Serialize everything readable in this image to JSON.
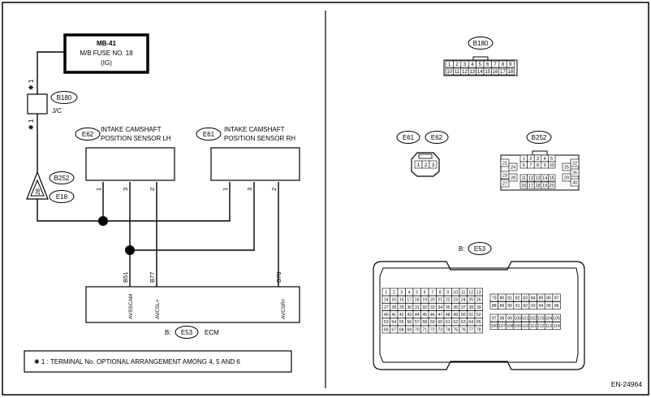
{
  "fuse": {
    "line1": "MB-41",
    "line2": "M/B FUSE NO. 18",
    "line3": "(IG)"
  },
  "left": {
    "star_mark": "✱ 1",
    "jc": {
      "connector": "B180",
      "label": "J/C"
    },
    "ground_terminal": "28",
    "ground_connectors": [
      "B252",
      "E18"
    ],
    "sensor_lh": {
      "connector": "E62",
      "name1": "INTAKE CAMSHAFT",
      "name2": "POSITION SENSOR LH",
      "pins": [
        "1",
        "3",
        "2"
      ]
    },
    "sensor_rh": {
      "connector": "E61",
      "name1": "INTAKE CAMSHAFT",
      "name2": "POSITION SENSOR RH",
      "pins": [
        "1",
        "3",
        "2"
      ]
    },
    "ecm": {
      "prefix": "B:",
      "connector": "E53",
      "label": "ECM",
      "terminals": [
        "B51",
        "B77",
        "B78"
      ],
      "signals": [
        "AVSSCAM",
        "AVCSL+",
        "AVCSR+"
      ]
    },
    "note": "✱ 1  : TERMINAL No. OPTIONAL ARRANGEMENT AMONG 4, 5 AND 6"
  },
  "right": {
    "b180": {
      "label": "B180",
      "row1": [
        "1",
        "2",
        "3",
        "4",
        "5",
        "6",
        "7",
        "8",
        "9"
      ],
      "row2": [
        "10",
        "11",
        "12",
        "13",
        "14",
        "15",
        "16",
        "17",
        "18"
      ]
    },
    "e61_label": "E61",
    "e62_label": "E62",
    "sensor_pins": [
      "1",
      "2",
      "3"
    ],
    "b252": {
      "label": "B252",
      "left_col": [
        "21",
        "23",
        "27"
      ],
      "left_col2": [
        "24",
        "28"
      ],
      "row1": [
        "1",
        "2",
        "3",
        "4",
        "5"
      ],
      "row2": [
        "6",
        "7",
        "8",
        "9",
        "10"
      ],
      "row3": [
        "11",
        "12",
        "13",
        "14",
        "15"
      ],
      "row4": [
        "16",
        "17",
        "18",
        "19",
        "20"
      ],
      "right_col": [
        "22",
        "26",
        "30"
      ],
      "right_col2": [
        "25",
        "29"
      ]
    },
    "e53": {
      "prefix": "B:",
      "label": "E53",
      "left_rows": [
        [
          "1",
          "2",
          "3",
          "4",
          "5",
          "6",
          "7",
          "8",
          "9",
          "10",
          "11",
          "12",
          "13"
        ],
        [
          "14",
          "15",
          "16",
          "17",
          "18",
          "19",
          "20",
          "21",
          "22",
          "23",
          "24",
          "25",
          "26"
        ],
        [
          "27",
          "28",
          "29",
          "30",
          "31",
          "32",
          "33",
          "34",
          "35",
          "36",
          "37",
          "38",
          "39"
        ],
        [
          "40",
          "41",
          "42",
          "43",
          "44",
          "45",
          "46",
          "47",
          "48",
          "49",
          "50",
          "51",
          "52"
        ],
        [
          "53",
          "54",
          "55",
          "56",
          "57",
          "58",
          "59",
          "60",
          "61",
          "62",
          "63",
          "64",
          "65"
        ],
        [
          "66",
          "67",
          "68",
          "69",
          "70",
          "71",
          "72",
          "73",
          "74",
          "75",
          "76",
          "77",
          "78"
        ]
      ],
      "right_rows_a": [
        [
          "79",
          "80",
          "81",
          "82",
          "83",
          "84",
          "85",
          "86",
          "87"
        ],
        [
          "88",
          "89",
          "90",
          "91",
          "92",
          "93",
          "94",
          "95",
          "96"
        ]
      ],
      "right_rows_b": [
        [
          "97",
          "98",
          "99",
          "100",
          "101",
          "102",
          "103",
          "104",
          "105"
        ],
        [
          "106",
          "107",
          "108",
          "109",
          "110",
          "111",
          "112",
          "113",
          "114"
        ]
      ]
    }
  },
  "figure_id": "EN-24964"
}
